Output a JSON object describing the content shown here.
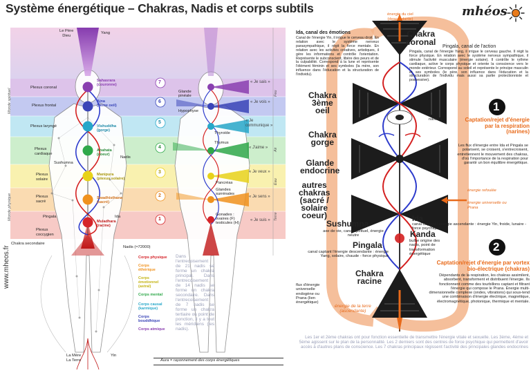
{
  "title": "Système énergétique – Chakras, Nadis et corps subtils",
  "logo": "mhéos",
  "website": "www.mheos.fr",
  "left_panel": {
    "pere_dieu": "Le Père\nDieu",
    "yang": "Yang",
    "yin": "Yin",
    "mere_terre": "La Mère\nLa Terre",
    "monde_spirituel": "Monde spirituel",
    "monde_physique": "Monde physique",
    "plexus": [
      {
        "label": "Plexus coronal"
      },
      {
        "label": "Plexus frontal"
      },
      {
        "label": "Plexus laryngé"
      },
      {
        "label": "Plexus cardiaque"
      },
      {
        "label": "Plexus solaire"
      },
      {
        "label": "Plexus sacré"
      },
      {
        "label": "Pingala"
      },
      {
        "label": "Plexus coccygien"
      }
    ],
    "nadis": "Nadis",
    "sushumna": "Sushumna",
    "ida": "Ida",
    "chakra_secondaire": "Chakra secondaire",
    "nadis_count": "Nadis (≈72000)",
    "chakras": [
      {
        "num": "7",
        "name": "Sahasrara",
        "sub": "(couronne)",
        "phrase": "« Je sais »",
        "color": "#8a3fb0"
      },
      {
        "num": "6",
        "name": "Ajna",
        "sub": "(3ème oeil)",
        "phrase": "« Je vois »",
        "color": "#3a45b8"
      },
      {
        "num": "5",
        "name": "Vishuddha",
        "sub": "(gorge)",
        "phrase": "« Je communique »",
        "color": "#27a7c9"
      },
      {
        "num": "4",
        "name": "Anahata",
        "sub": "(coeur)",
        "phrase": "« J'aime »",
        "color": "#2fa84a"
      },
      {
        "num": "3",
        "name": "Manipura",
        "sub": "(plexus solaire)",
        "phrase": "« Je veux »",
        "color": "#e8d21a"
      },
      {
        "num": "2",
        "name": "Swadhisthana",
        "sub": "(sacré)",
        "phrase": "« Je sens »",
        "color": "#f0921e"
      },
      {
        "num": "1",
        "name": "Muladhara",
        "sub": "(racine)",
        "phrase": "« Je suis »",
        "color": "#d5242a"
      }
    ],
    "elements": [
      "Feu",
      "Air",
      "Eau",
      "Terre"
    ],
    "glands": [
      {
        "label": "Glande pinéale"
      },
      {
        "label": "Hypophyse"
      },
      {
        "label": "Thyroïde"
      },
      {
        "label": "Thymus"
      },
      {
        "label": "Pancréas"
      },
      {
        "label": "Glandes surrénales"
      },
      {
        "label": "Gonades : ovaires (F) testicules (H)"
      }
    ],
    "bodies": [
      {
        "label": "Corps physique",
        "color": "#d5242a"
      },
      {
        "label": "Corps éthérique",
        "color": "#f0921e"
      },
      {
        "label": "Corps émotionnel (astral)",
        "color": "#c4b414"
      },
      {
        "label": "Corps mental",
        "color": "#2fa84a"
      },
      {
        "label": "Corps causal (karmique)",
        "color": "#27a7c9"
      },
      {
        "label": "Corps bouddhique",
        "color": "#3a45b8"
      },
      {
        "label": "Corps atmique",
        "color": "#8a3fb0"
      }
    ],
    "bodies_text": "Dans l'entrecoisement de 21 nadis se forme un chakra principal. Dans l'entrecoisement de 14 nadis se forme un chakra secondaire. Dans l'entrecoisement de 7 nadis se forme un chakra tertiaire ou point de ponction, il y a tout les méridiens (les nadis).",
    "aura": "Aura = rayonnement des corps énergétiques"
  },
  "right_panel": {
    "energie_ciel": "énergie du ciel\n(descendante)",
    "ida_title": "Ida, canal des émotions",
    "ida_text": "Canal de l'énergie Yin, il irrigue le cerveau droit. En relation avec le système nerveux parasympathique, il régit la force mentale. En relation avec les activités créatives, artistiques, il gère les informations et contrôle l'orientation. Représente le subconscient, libère des peurs et de la culpabilité. Correspond à la lune et représente l'élément féminin et ses symboles (la mère, son influence dans l'éducation et la structuration de l'individu).",
    "pingala_title": "Pingala, canal de l'action",
    "pingala_text": "Pingala, canal de l'énergie Yang, il irrigue le cerveau gauche. Il régit la force physique. En relation avec le système nerveux sympathique, il stimule l'activité musculaire (énergie solaire). Il contrôle le rythme cardiaque, active le corps physique et oriente la conscience vers le monde extérieur. Correspond au soleil et représente le principe masculin et ses symboles (le père, son influence dans l'éducation et la structuration de l'individu mais aussi sa partie protectionniste et possessive).",
    "chakra_coronal": "Chakra\ncoronal",
    "chakra_3eme_oeil": "Chakra\n3ème\noeil",
    "chakra_gorge": "Chakra\ngorge",
    "glande_endocrine": "Glande\nendocrine",
    "autres_chakras": "autres\nchakras\n(sacré /\nsolaire\ncoeur)",
    "narines": "narines",
    "num1": "1",
    "num2": "2",
    "captation1_title": "Captation/rejet d'énergie par la respiration (narines)",
    "captation1_text": "Les flux d'énergie entre Ida et Pingala se polarisent, se croisent, s'entrecroisent, entretiennent le mouvement des chakras, d'où l'importance de la respiration pour garantir un bon équilibre énergétique.",
    "energie_refoulee": "énergie refoulée",
    "energie_universelle": "énergie universelle ou Prana",
    "sushumna_title": "Sushumna",
    "sushumna_text": "axe de vie, canal spirituel, énergie neutre",
    "ida_small": "Ida",
    "ida_small_text": "canal captant l'énergie ascendante : énergie Yin, froide, lunaire - force psychique",
    "kanda": "Kanda",
    "kanda_text": "bulbe origine des nadis, point de transformation énergétique",
    "pingala_small": "Pingala",
    "pingala_small_text": "canal captant l'énergie descendante : énergie Yang, solaire, chaude - force physique",
    "chakra_racine": "Chakra\nracine",
    "captation2_title": "Captation/rejet d'énergie par vortex bio-électrique (chakras)",
    "captation2_text": "Dépendants de la respiration, les chakras assimilent, absorbent, transforment et distribuent l'énergie. Ils fonctionnent comme des tourbillons captant et filtrant l'énergie qui compose le Prana. Énergie multi-dimensionnelle complexe (ondes, vibrations) qui sous-tend une combinaison d'énergie électrique, magnétique, électromagnétique, photonique, thermique et mentale.",
    "flux": "flux d'énergie universelle endogène ou Prana (lien énergétique)",
    "energie_terre": "énergie de la terre\n(ascendante)",
    "footer": "Les 1er et 2ème chakras ont pour fonction essentielle de transmettre l'énergie vitale et sexuelle. Les 3ème, 4ème et 5ème agissent sur le plan de la personnalité. Les 2 derniers sont des centres de force psychique qui permettent d'avoir accès à d'autres plans de conscience. Les 7 chakras principaux régissent l'activité des principales glandes endocrines"
  }
}
